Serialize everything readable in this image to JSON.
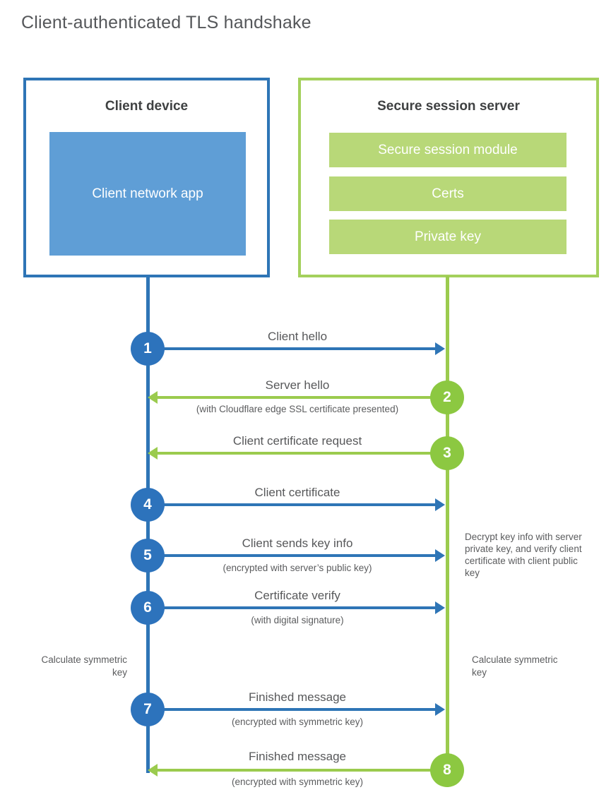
{
  "page": {
    "title": "Client-authenticated TLS handshake"
  },
  "client": {
    "title": "Client device",
    "app_label": "Client network app"
  },
  "server": {
    "title": "Secure session server",
    "modules": [
      "Secure session module",
      "Certs",
      "Private key"
    ]
  },
  "steps": [
    {
      "num": "1",
      "from": "client",
      "direction": "right",
      "label": "Client hello"
    },
    {
      "num": "2",
      "from": "server",
      "direction": "left",
      "label": "Server hello",
      "sublabel": "(with Cloudflare edge SSL certificate presented)"
    },
    {
      "num": "3",
      "from": "server",
      "direction": "left",
      "label": "Client certificate request"
    },
    {
      "num": "4",
      "from": "client",
      "direction": "right",
      "label": "Client certificate"
    },
    {
      "num": "5",
      "from": "client",
      "direction": "right",
      "label": "Client sends key info",
      "sublabel": "(encrypted with server’s public key)"
    },
    {
      "num": "6",
      "from": "client",
      "direction": "right",
      "label": "Certificate verify",
      "sublabel": "(with digital signature)"
    },
    {
      "num": "7",
      "from": "client",
      "direction": "right",
      "label": "Finished message",
      "sublabel": "(encrypted with symmetric key)"
    },
    {
      "num": "8",
      "from": "server",
      "direction": "left",
      "label": "Finished message",
      "sublabel": "(encrypted with symmetric key)"
    }
  ],
  "notes": {
    "decrypt": "Decrypt key info with server private key, and verify client certificate with client public key",
    "calc_left": "Calculate symmetric key",
    "calc_right": "Calculate symmetric key"
  },
  "colors": {
    "blue_border": "#2e75b6",
    "blue_fill": "#5f9ed6",
    "blue_circle": "#2d73bc",
    "green_border": "#a4d05c",
    "green_fill": "#b8d878",
    "green_circle": "#8cc841",
    "green_line": "#9bcb4e",
    "title_gray": "#55575a",
    "text_dark": "#3f4142",
    "label_gray": "#57585a"
  }
}
